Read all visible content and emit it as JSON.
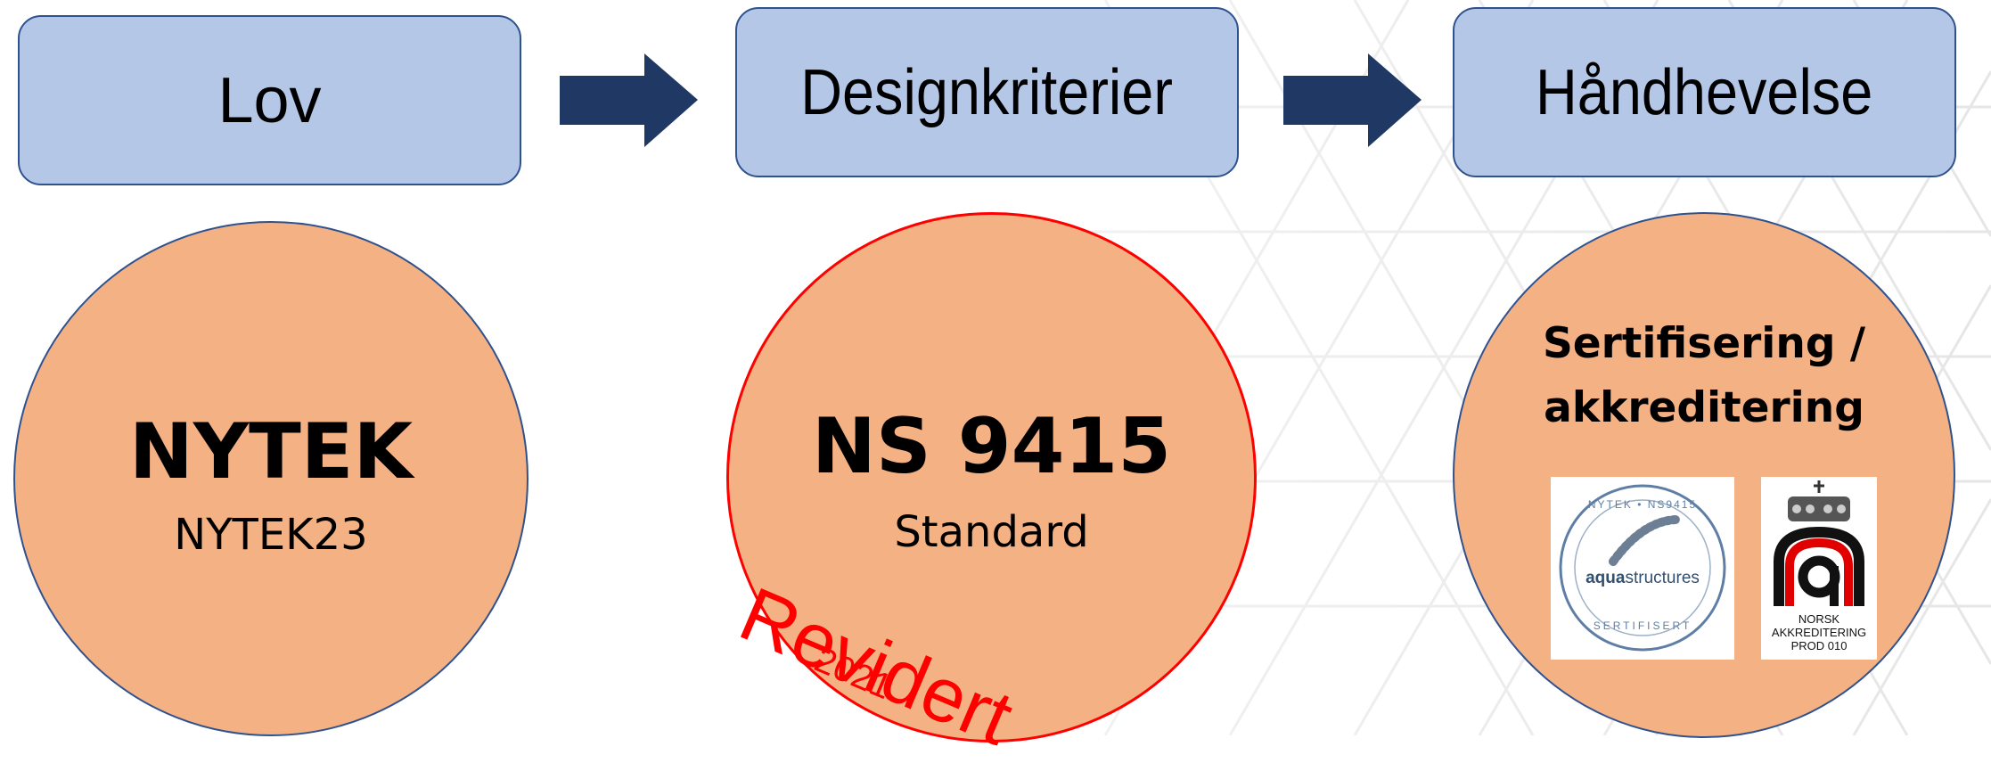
{
  "flow": {
    "steps": [
      "Lov",
      "Designkriterier",
      "Håndhevelse"
    ]
  },
  "circles": {
    "law": {
      "title": "NYTEK",
      "subtitle": "NYTEK23"
    },
    "design": {
      "title": "NS 9415",
      "subtitle": "Standard",
      "stamp": "Revidert",
      "stamp_year": "2021"
    },
    "enforcement": {
      "title_line1": "Sertifisering /",
      "title_line2": "akkreditering"
    }
  },
  "logos": {
    "aqua": {
      "ring_text": "NYTEK • NS9415",
      "bold": "aqua",
      "rest": "structures",
      "bottom": "SERTIFISERT"
    },
    "na": {
      "line1": "NORSK",
      "line2": "AKKREDITERING",
      "line3": "PROD 010"
    }
  },
  "colors": {
    "box_fill": "#b4c7e7",
    "box_border": "#2f528f",
    "arrow": "#203864",
    "circle_fill": "#f4b183",
    "stamp": "#ff0000"
  },
  "icons": [
    "right-arrow-icon",
    "aquastructures-logo",
    "norsk-akkreditering-logo"
  ]
}
